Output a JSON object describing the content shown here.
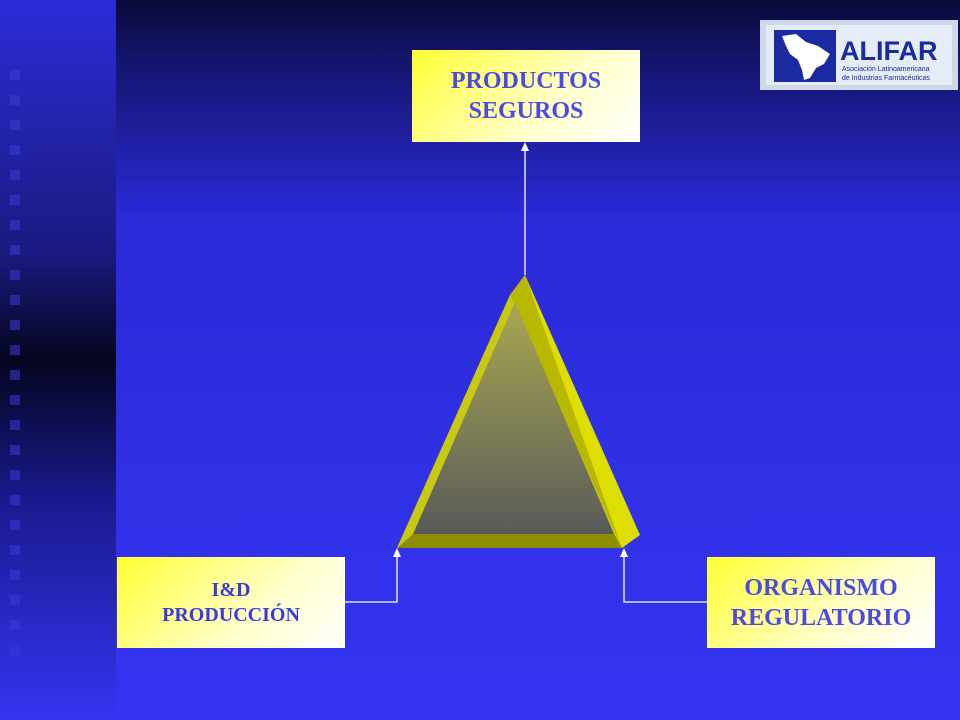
{
  "diagram": {
    "top_box": {
      "line1": "PRODUCTOS",
      "line2": "SEGUROS"
    },
    "left_box": {
      "line1": "I&D",
      "line2": "PRODUCCIÓN"
    },
    "right_box": {
      "line1": "ORGANISMO",
      "line2": "REGULATORIO"
    }
  },
  "logo": {
    "name": "ALIFAR",
    "tagline1": "Asociación Latinoamericana",
    "tagline2": "de Industrias Farmacéuticas"
  },
  "colors": {
    "background": "#3535f2",
    "left_band": "#08083a",
    "triangle_rim": "#dede00",
    "box_text": "#4a4ae8"
  }
}
